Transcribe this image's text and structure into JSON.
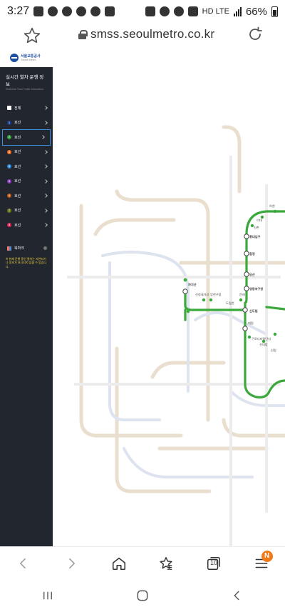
{
  "status": {
    "time": "3:27",
    "network": "HD LTE",
    "battery": "66%"
  },
  "browser": {
    "url": "smss.seoulmetro.co.kr",
    "tab_count": "10",
    "notification_badge": "N"
  },
  "sidebar": {
    "logo_ko": "서울교통공사",
    "logo_en": "Seoul Metro",
    "title_ko": "실시간 열차 운행 정보",
    "title_en": "Real-time Train Traffic Information",
    "menu": [
      {
        "label": "전체",
        "badge": "",
        "color": "#ffffff"
      },
      {
        "label": "호선",
        "badge": "1",
        "color": "#1b3c91"
      },
      {
        "label": "호선",
        "badge": "2",
        "color": "#33a23d"
      },
      {
        "label": "호선",
        "badge": "3",
        "color": "#f07020"
      },
      {
        "label": "호선",
        "badge": "4",
        "color": "#2f8de0"
      },
      {
        "label": "호선",
        "badge": "5",
        "color": "#8a3bbf"
      },
      {
        "label": "호선",
        "badge": "6",
        "color": "#c05c18"
      },
      {
        "label": "호선",
        "badge": "7",
        "color": "#6c7a1a"
      },
      {
        "label": "호선",
        "badge": "8",
        "color": "#e0245a"
      }
    ],
    "active_index": 2,
    "favorites_label": "북마크",
    "notice": "※ 현재 운행 중인 열차는 지연되거나 정보가 표시되지 않을 수 있습니다."
  },
  "map": {
    "line2_color": "#3aa83a",
    "faded_color": "#e6d8c4",
    "stations": [
      {
        "label": "까치산",
        "major": true
      },
      {
        "label": "신정네거리",
        "major": false
      },
      {
        "label": "양천구청",
        "major": false
      },
      {
        "label": "도림천",
        "major": false
      },
      {
        "label": "신도림",
        "major": true
      },
      {
        "label": "문래",
        "major": false
      },
      {
        "label": "영등포구청",
        "major": true
      },
      {
        "label": "당산",
        "major": true
      },
      {
        "label": "합정",
        "major": true
      },
      {
        "label": "홍대입구",
        "major": true
      },
      {
        "label": "신촌",
        "major": false
      },
      {
        "label": "이대",
        "major": false
      },
      {
        "label": "아현",
        "major": false
      },
      {
        "label": "대림",
        "major": false
      },
      {
        "label": "구로디지털단지",
        "major": false
      },
      {
        "label": "신대방",
        "major": false
      },
      {
        "label": "신림",
        "major": false
      }
    ]
  }
}
